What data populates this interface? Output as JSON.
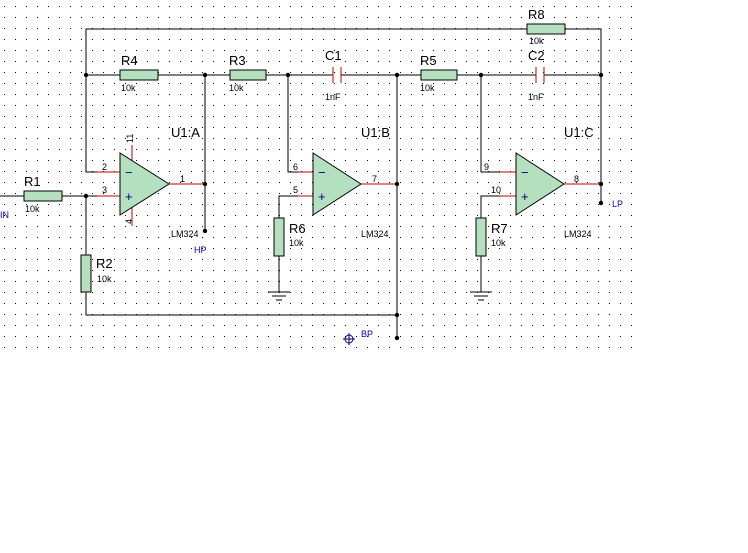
{
  "colors": {
    "background": "#ffffff",
    "grid": "#000000",
    "wire": "#000000",
    "pin": "#c00000",
    "component_fill": "#b5e0c0",
    "net_label": "#0000c0"
  },
  "icons": {
    "ground": "ground-symbol",
    "probe": "crosshair-circle"
  },
  "resistors": [
    {
      "ref": "R1",
      "value": "10k"
    },
    {
      "ref": "R2",
      "value": "10k"
    },
    {
      "ref": "R3",
      "value": "10k"
    },
    {
      "ref": "R4",
      "value": "10k"
    },
    {
      "ref": "R5",
      "value": "10k"
    },
    {
      "ref": "R6",
      "value": "10k"
    },
    {
      "ref": "R7",
      "value": "10k"
    },
    {
      "ref": "R8",
      "value": "10k"
    }
  ],
  "capacitors": [
    {
      "ref": "C1",
      "value": "1nF"
    },
    {
      "ref": "C2",
      "value": "1nF"
    }
  ],
  "opamps": [
    {
      "ref": "U1:A",
      "part": "LM324",
      "pin_inv": "2",
      "pin_noninv": "3",
      "pin_out": "1",
      "pin_vp": "11",
      "pin_vn": "4"
    },
    {
      "ref": "U1:B",
      "part": "LM324",
      "pin_inv": "6",
      "pin_noninv": "5",
      "pin_out": "7"
    },
    {
      "ref": "U1:C",
      "part": "LM324",
      "pin_inv": "9",
      "pin_noninv": "10",
      "pin_out": "8"
    }
  ],
  "amp_signs": {
    "minus": "−",
    "plus": "+"
  },
  "nets": {
    "input": "IN",
    "highpass": "HP",
    "bandpass": "BP",
    "lowpass": "LP"
  }
}
